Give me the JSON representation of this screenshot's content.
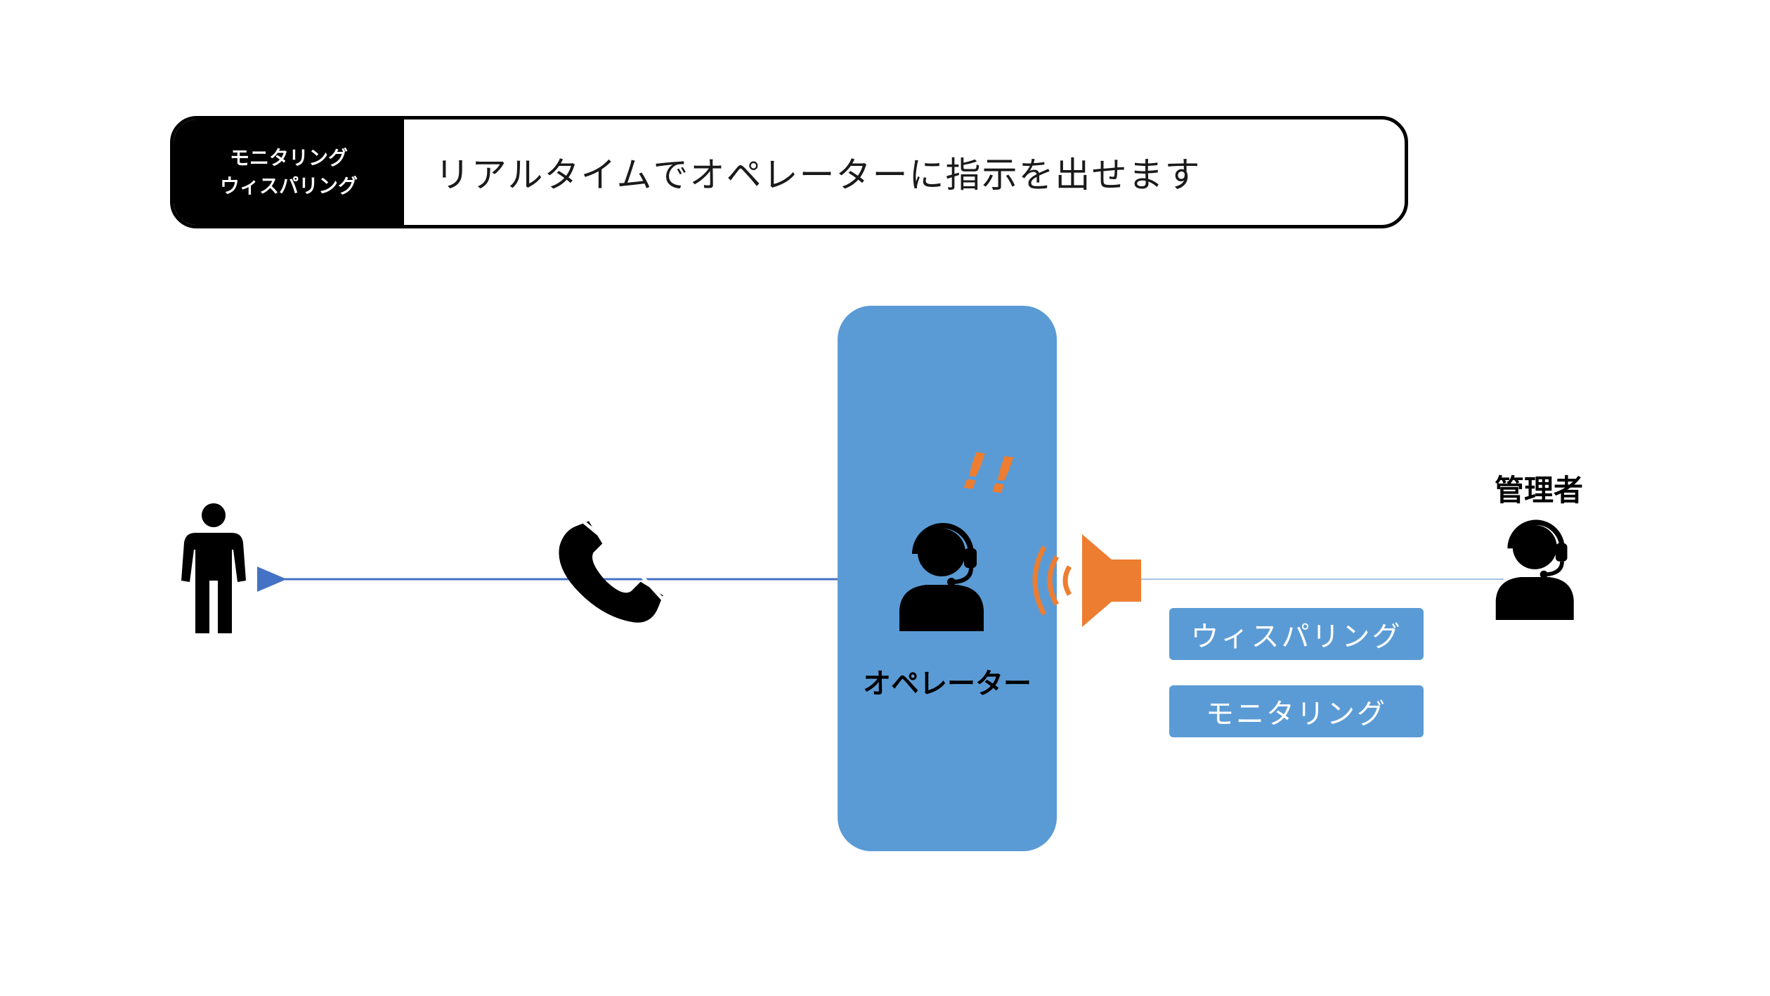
{
  "banner": {
    "tag_line1": "モニタリング",
    "tag_line2": "ウィスパリング",
    "description": "リアルタイムでオペレーターに指示を出せます"
  },
  "operator": {
    "label": "オペレーター",
    "alert_marks": "!!"
  },
  "manager": {
    "label": "管理者"
  },
  "features": {
    "whisper": "ウィスパリング",
    "monitor": "モニタリング"
  },
  "icons": {
    "customer": "person-icon",
    "phone": "phone-icon",
    "operator": "operator-headset-icon",
    "speaker": "speaker-icon",
    "manager": "manager-headset-icon"
  },
  "colors": {
    "panel": "#5b9bd5",
    "accent": "#ed7d31",
    "line": "#4472c4",
    "line_light": "#a9c4e6"
  }
}
